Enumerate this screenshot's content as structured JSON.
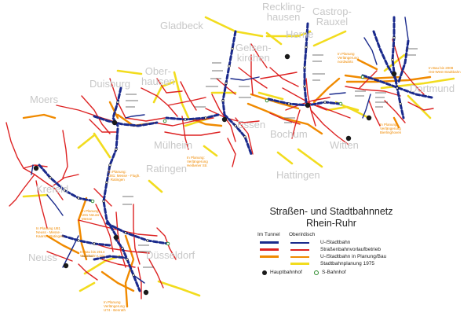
{
  "cities": [
    {
      "id": "gladbeck",
      "label": "Gladbeck"
    },
    {
      "id": "recklinghausen",
      "label": "Reckling-\nhausen"
    },
    {
      "id": "castrop",
      "label": "Castrop-\nRauxel"
    },
    {
      "id": "herne",
      "label": "Herne"
    },
    {
      "id": "gelsenkirchen",
      "label": "Gelsen-\nkirchen"
    },
    {
      "id": "moers",
      "label": "Moers"
    },
    {
      "id": "duisburg",
      "label": "Duisburg"
    },
    {
      "id": "oberhausen",
      "label": "Ober-\nhausen"
    },
    {
      "id": "dortmund",
      "label": "Dortmund"
    },
    {
      "id": "muelheim",
      "label": "Mülheim"
    },
    {
      "id": "essen",
      "label": "Essen"
    },
    {
      "id": "bochum",
      "label": "Bochum"
    },
    {
      "id": "witten",
      "label": "Witten"
    },
    {
      "id": "hattingen",
      "label": "Hattingen"
    },
    {
      "id": "ratingen",
      "label": "Ratingen"
    },
    {
      "id": "krefeld",
      "label": "Krefeld"
    },
    {
      "id": "neuss",
      "label": "Neuss"
    },
    {
      "id": "duesseldorf",
      "label": "Düsseldorf"
    }
  ],
  "notes": [
    {
      "id": "note-gelsenkirchen",
      "text": "In Planung\nVerlängerung\nnordwärts"
    },
    {
      "id": "note-dortmund",
      "text": "In Bau bis 2008\nOst-West-Stadtbahn"
    },
    {
      "id": "note-dortmund-sued",
      "text": "In Planung:\nVerlängerung\nBierlinghoven"
    },
    {
      "id": "note-muelheim",
      "text": "In Planung:\nVerlängerung\nHeißener Str."
    },
    {
      "id": "note-ratingen",
      "text": "In Planung:\nU81: Messe - Flugh.\n- Ratingen"
    },
    {
      "id": "note-krefeld",
      "text": "In Planung:\nU81 Neuss -\nMesse"
    },
    {
      "id": "note-neuss",
      "text": "In Planung U81\nNeuss - Messe -\nKaarst - Ratingen"
    },
    {
      "id": "note-duesseldorf",
      "text": "In Bau bis 2014\nWehrhahn-Linie"
    },
    {
      "id": "note-benrath",
      "text": "In Planung\nVerlängerung\nU74 - Benrath"
    }
  ],
  "legend": {
    "title": "Straßen- und Stadtbahnnetz\nRhein-Ruhr",
    "col_tunnel": "Im Tunnel",
    "col_surface": "Oberirdisch",
    "rows": [
      {
        "id": "stadtbahn",
        "label": "U-/Stadtbahn"
      },
      {
        "id": "strassenbahn",
        "label": "Straßenbahnvorlaufbetrieb"
      },
      {
        "id": "planung",
        "label": "U-/Stadtbahn in Planung/Bau"
      },
      {
        "id": "planung1975",
        "label": "Stadtbahnplanung 1975"
      }
    ],
    "hbf": "Hauptbahnhof",
    "sbf": "S-Bahnhof"
  },
  "colors": {
    "stadtbahn": "#1a2a8c",
    "strassenbahn": "#dd2222",
    "planung": "#f08a00",
    "planung1975": "#f2dc1e",
    "city": "#c8c8c8"
  }
}
